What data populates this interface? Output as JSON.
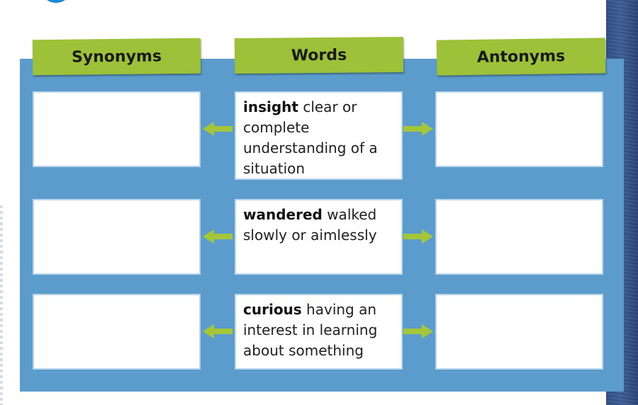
{
  "headers": {
    "synonyms": "Synonyms",
    "words": "Words",
    "antonyms": "Antonyms"
  },
  "rows": [
    {
      "term": "insight",
      "definition": " clear or complete understanding of a situation"
    },
    {
      "term": "wandered",
      "definition": " walked slowly or aimlessly"
    },
    {
      "term": "curious",
      "definition": " having an interest in learning about something"
    }
  ],
  "colors": {
    "panel": "#5b9ccc",
    "header": "#9ec13a",
    "arrow": "#a6c639"
  }
}
